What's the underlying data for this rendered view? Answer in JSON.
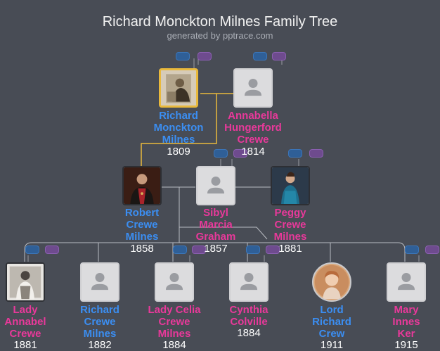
{
  "header": {
    "title": "Richard Monckton Milnes Family Tree",
    "subtitle": "generated by pptrace.com"
  },
  "colors": {
    "background": "#484c55",
    "male": "#3b8ef2",
    "female": "#e8399a",
    "highlight": "#e9b93c"
  },
  "people": [
    {
      "id": "p1",
      "name_lines": [
        "Richard",
        "Monckton",
        "Milnes"
      ],
      "year": "1809",
      "gender": "m",
      "photo": "portrait-photo",
      "selected": true
    },
    {
      "id": "p2",
      "name_lines": [
        "Annabella",
        "Hungerford",
        "Crewe"
      ],
      "year": "1814",
      "gender": "f",
      "photo": "placeholder"
    },
    {
      "id": "p3",
      "name_lines": [
        "Robert",
        "Crewe",
        "Milnes"
      ],
      "year": "1858",
      "gender": "m",
      "photo": "portrait-photo"
    },
    {
      "id": "p4",
      "name_lines": [
        "Sibyl",
        "Marcia",
        "Graham"
      ],
      "year": "1857",
      "gender": "f",
      "photo": "placeholder"
    },
    {
      "id": "p5",
      "name_lines": [
        "Peggy",
        "Crewe",
        "Milnes"
      ],
      "year": "1881",
      "gender": "f",
      "photo": "portrait-photo"
    },
    {
      "id": "p6",
      "name_lines": [
        "Lady",
        "Annabel",
        "Crewe"
      ],
      "year": "1881",
      "gender": "f",
      "photo": "portrait-photo"
    },
    {
      "id": "p7",
      "name_lines": [
        "Richard",
        "Crewe",
        "Milnes"
      ],
      "year": "1882",
      "gender": "m",
      "photo": "placeholder"
    },
    {
      "id": "p8",
      "name_lines": [
        "Lady Celia",
        "Crewe",
        "Milnes"
      ],
      "year": "1884",
      "gender": "f",
      "photo": "placeholder"
    },
    {
      "id": "p9",
      "name_lines": [
        "Cynthia",
        "Colville",
        ""
      ],
      "year": "1884",
      "gender": "f",
      "photo": "placeholder"
    },
    {
      "id": "p10",
      "name_lines": [
        "Lord",
        "Richard",
        "Crew"
      ],
      "year": "1911",
      "gender": "m",
      "photo": "portrait-photo"
    },
    {
      "id": "p11",
      "name_lines": [
        "Mary",
        "Innes",
        "Ker"
      ],
      "year": "1915",
      "gender": "f",
      "photo": "placeholder"
    }
  ]
}
